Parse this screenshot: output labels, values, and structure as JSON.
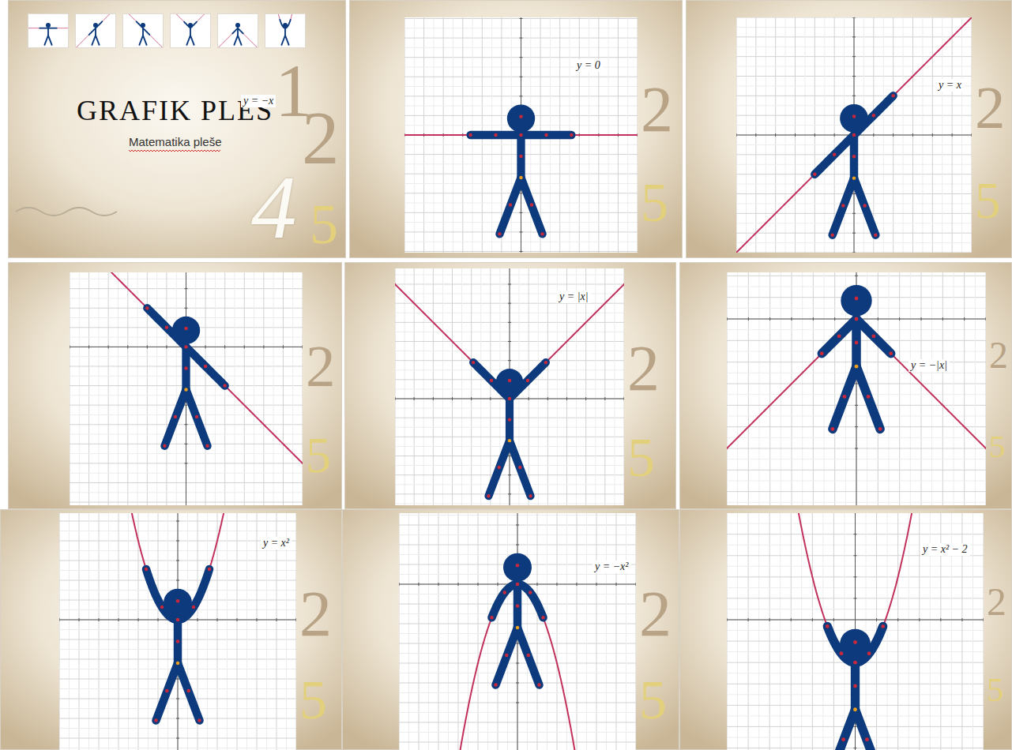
{
  "diagram": {
    "title": "GRAFIK PLES",
    "labels": [
      "Matematika pleše",
      "1",
      "2",
      "4",
      "5",
      "y = 0",
      "2",
      "5",
      "y = x",
      "2",
      "5",
      "y = −x",
      "2",
      "5",
      "y = |x|",
      "2",
      "5",
      "y = −|x|",
      "2",
      "5",
      "y = x²",
      "2",
      "5",
      "y = −x²",
      "2",
      "5",
      "y = x² − 2",
      "2",
      "5"
    ]
  }
}
